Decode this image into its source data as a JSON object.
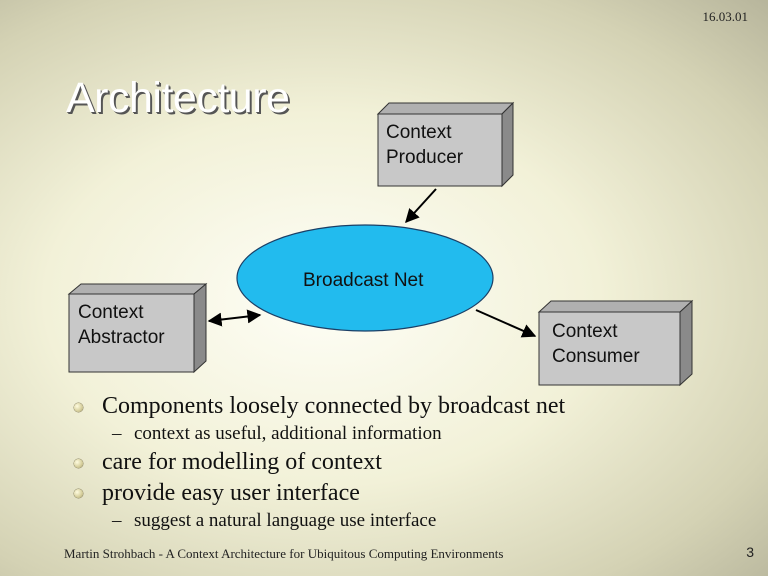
{
  "slide": {
    "date": "16.03.01",
    "title": "Architecture",
    "page_number": "3",
    "footer": "Martin Strohbach - A Context Architecture for Ubiquitous Computing Environments"
  },
  "diagram": {
    "producer": "Context\nProducer",
    "broadcast": "Broadcast Net",
    "abstractor": "Context\nAbstractor",
    "consumer": "Context\nConsumer",
    "colors": {
      "ellipse": "#22bbee",
      "box_face": "#c8c8c8",
      "box_side": "#8a8a8a",
      "box_top": "#b0b0b0"
    }
  },
  "bullets": [
    {
      "text": "Components loosely connected by broadcast net",
      "sub": [
        "context as useful, additional information"
      ]
    },
    {
      "text": "care for modelling of context",
      "sub": []
    },
    {
      "text": "provide easy user interface",
      "sub": [
        "suggest a natural language use interface"
      ]
    }
  ],
  "sub_marker": "–"
}
